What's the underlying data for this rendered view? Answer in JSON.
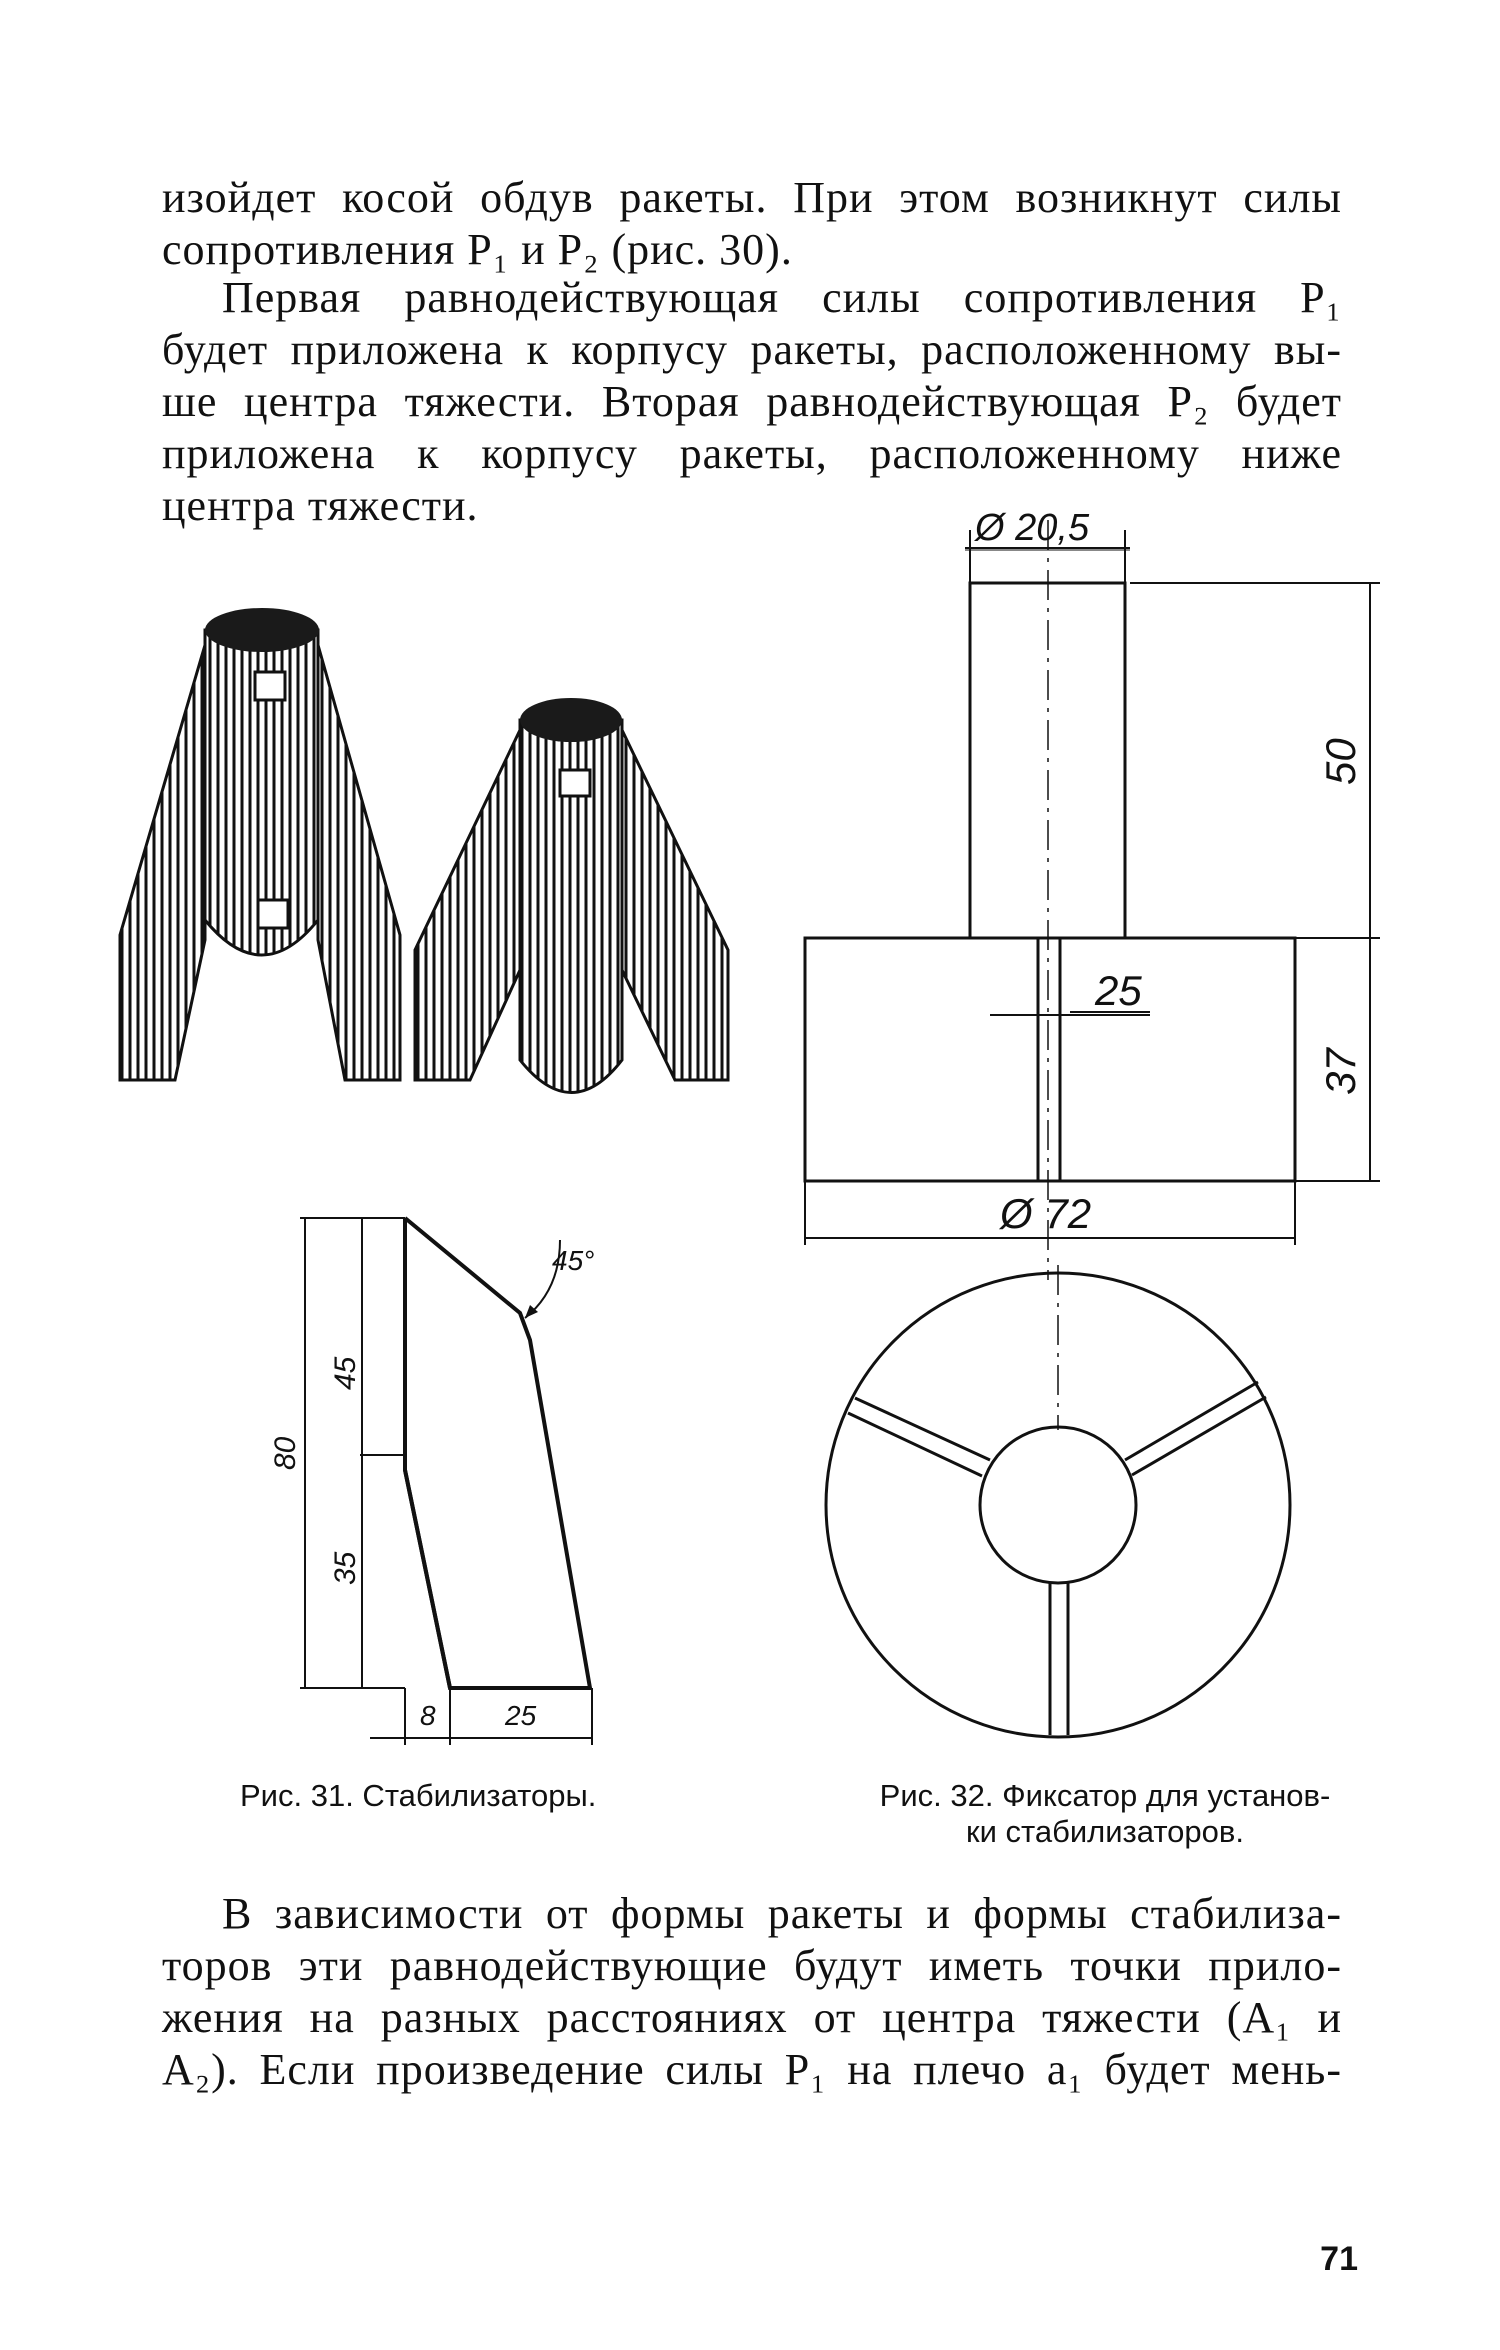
{
  "text": {
    "p1_lines": [
      "изойдет косой обдув ракеты. При этом возникнут силы",
      "сопротивления P₁ и P₂ (рис. 30)."
    ],
    "p2_lines": [
      "Первая равнодействующая силы сопротивления P₁",
      "будет приложена к корпусу ракеты, расположенному вы-",
      "ше центра тяжести. Вторая равнодействующая P₂ будет",
      "приложена к корпусу ракеты, расположенному ниже",
      "центра тяжести."
    ],
    "p3_lines": [
      "В зависимости от формы ракеты и формы стабилиза-",
      "торов эти равнодействующие будут иметь точки прило-",
      "жения на разных расстояниях от центра тяжести (A₁ и",
      "A₂). Если произведение силы P₁ на плечо a₁ будет мень-"
    ]
  },
  "figure31": {
    "caption": "Рис. 31. Стабилизаторы.",
    "dims": {
      "total_height": "80",
      "upper": "45",
      "lower": "35",
      "bottom_left": "8",
      "bottom_right": "25",
      "angle": "45°"
    }
  },
  "figure32": {
    "caption_lines": [
      "Рис. 32. Фиксатор для установ-",
      "ки стабилизаторов."
    ],
    "dims": {
      "top_diameter": "Ø 20,5",
      "top_height": "50",
      "slot_width": "25",
      "base_height": "37",
      "base_diameter": "Ø 72"
    }
  },
  "page_number": "71",
  "colors": {
    "ink": "#111111",
    "paper": "#ffffff",
    "cap_fill": "#1a1a1a"
  }
}
